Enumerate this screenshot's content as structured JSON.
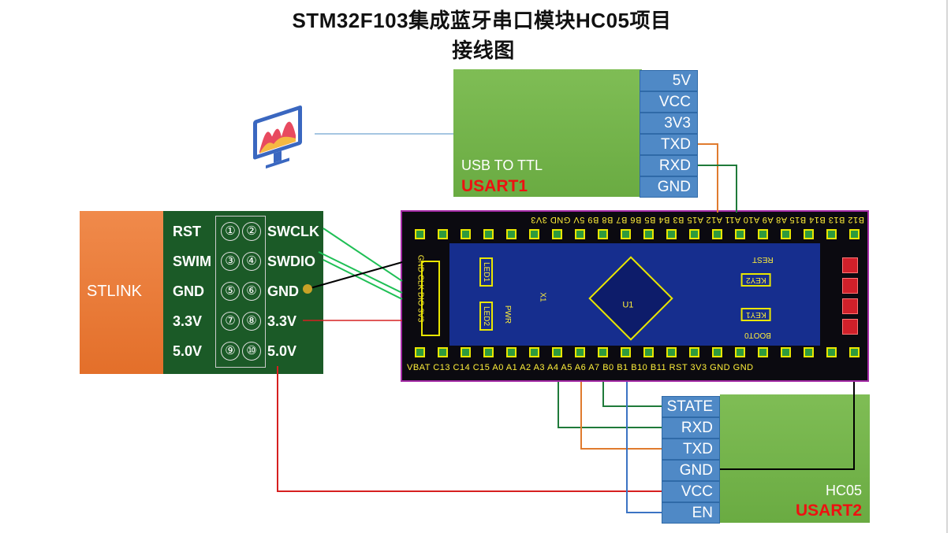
{
  "title": {
    "line1": "STM32F103集成蓝牙串口模块HC05项目",
    "line2": "接线图"
  },
  "usb_ttl": {
    "label": "USB TO  TTL",
    "usart": "USART1",
    "pins": [
      "5V",
      "VCC",
      "3V3",
      "TXD",
      "RXD",
      "GND"
    ]
  },
  "stlink": {
    "label": "STLINK",
    "rows": [
      {
        "left": "RST",
        "n1": "①",
        "n2": "②",
        "right": "SWCLK"
      },
      {
        "left": "SWIM",
        "n1": "③",
        "n2": "④",
        "right": "SWDIO"
      },
      {
        "left": "GND",
        "n1": "⑤",
        "n2": "⑥",
        "right": "GND"
      },
      {
        "left": "3.3V",
        "n1": "⑦",
        "n2": "⑧",
        "right": "3.3V"
      },
      {
        "left": "5.0V",
        "n1": "⑨",
        "n2": "⑩",
        "right": "5.0V"
      }
    ]
  },
  "mcu_board": {
    "top_pins": "B12 B13 B14 B15 A8 A9 A10 A11 A12 A15 B3 B4 B5 B6 B7 B8 B9 5V GND 3V3",
    "bottom_pins": "VBAT C13 C14 C15 A0 A1 A2 A3 A4 A5 A6 A7 B0 B1 B10 B11 RST 3V3 GND GND",
    "side_label": "GND CLK DIO 3V3",
    "chip": "U1",
    "silk": {
      "led1": "LED1",
      "led2": "LED2",
      "pwr": "PWR",
      "key1": "KEY1",
      "key2": "KEY2",
      "boot0": "BOOT0",
      "rest": "REST",
      "x1": "X1"
    }
  },
  "hc05": {
    "label": "HC05",
    "usart": "USART2",
    "pins": [
      "STATE",
      "RXD",
      "TXD",
      "GND",
      "VCC",
      "EN"
    ]
  },
  "wire_colors": {
    "orange": "#e07b2e",
    "green": "#1f7a3a",
    "bright_green": "#1fbf55",
    "red": "#d62020",
    "black": "#000000",
    "blue": "#3b73c4",
    "monitor_line": "#6fa3cf"
  }
}
